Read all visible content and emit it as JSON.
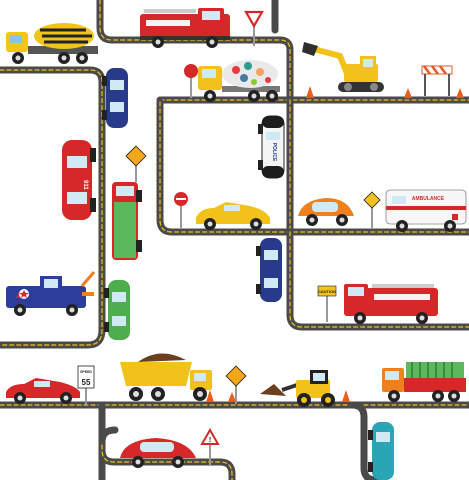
{
  "scene": {
    "background": "#ffffff",
    "road_color": "#4a4a4a",
    "lane_color": "#f2c21b"
  },
  "labels": {
    "police": "POLICE",
    "ambulance": "AMBULANCE",
    "caution": "CAUTION",
    "speed_limit_top": "SPEED\nLIMIT",
    "speed_limit_value": "55",
    "fire_number": "911"
  },
  "icons": [
    "cement-mixer-truck-icon",
    "fire-truck-icon",
    "yield-sign-icon",
    "excavator-icon",
    "construction-barrier-icon",
    "sedan-car-icon",
    "stop-sign-icon",
    "polka-dot-mixer-truck-icon",
    "police-car-icon",
    "tow-truck-icon",
    "dump-truck-icon",
    "sports-car-icon",
    "ambulance-icon",
    "beetle-car-icon",
    "bulldozer-icon",
    "delivery-truck-icon",
    "speed-limit-sign-icon",
    "warning-sign-icon",
    "traffic-cone-icon"
  ]
}
